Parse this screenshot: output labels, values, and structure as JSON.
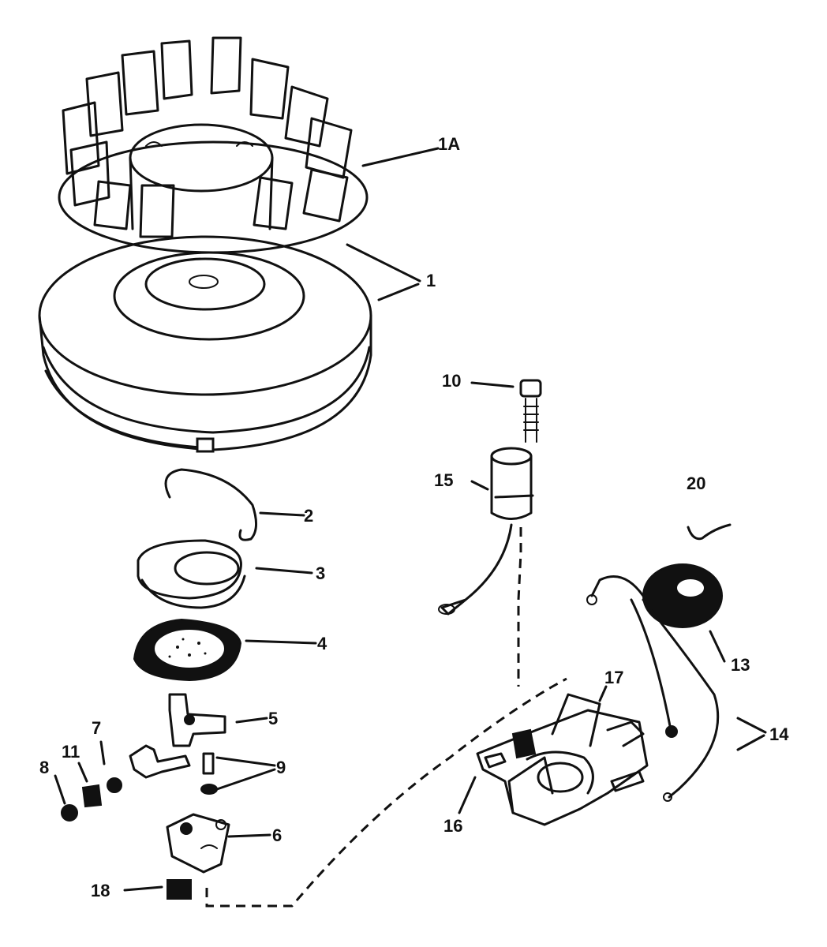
{
  "diagram": {
    "callouts": [
      {
        "id": "1A",
        "label": "1A"
      },
      {
        "id": "1",
        "label": "1"
      },
      {
        "id": "10",
        "label": "10"
      },
      {
        "id": "15",
        "label": "15"
      },
      {
        "id": "20",
        "label": "20"
      },
      {
        "id": "2",
        "label": "2"
      },
      {
        "id": "3",
        "label": "3"
      },
      {
        "id": "4",
        "label": "4"
      },
      {
        "id": "13",
        "label": "13"
      },
      {
        "id": "17",
        "label": "17"
      },
      {
        "id": "5",
        "label": "5"
      },
      {
        "id": "7",
        "label": "7"
      },
      {
        "id": "11",
        "label": "11"
      },
      {
        "id": "8",
        "label": "8"
      },
      {
        "id": "9",
        "label": "9"
      },
      {
        "id": "14",
        "label": "14"
      },
      {
        "id": "16",
        "label": "16"
      },
      {
        "id": "6",
        "label": "6"
      },
      {
        "id": "18",
        "label": "18"
      }
    ]
  }
}
